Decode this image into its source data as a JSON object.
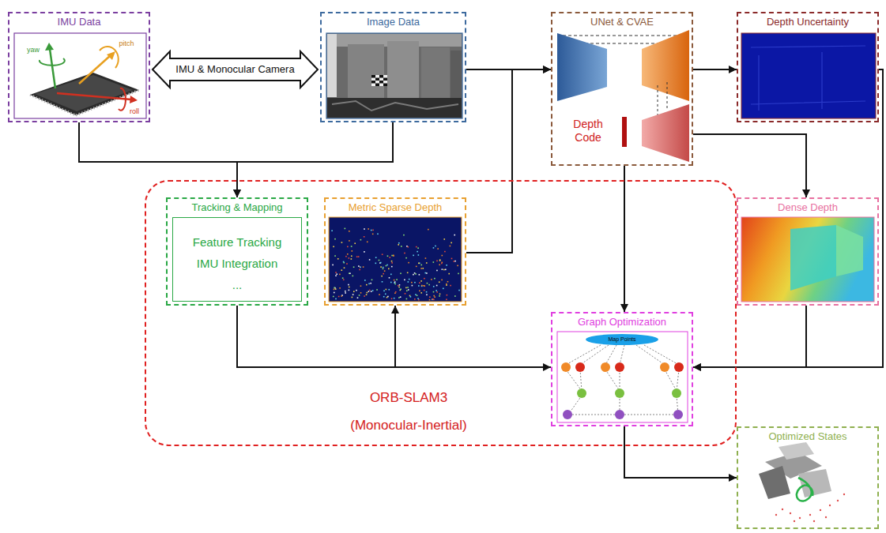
{
  "diagram": {
    "nodes": [
      {
        "text": [
          "IMU Data"
        ]
      },
      {
        "text": [
          "Image Data"
        ]
      },
      {
        "text": [
          "UNet & CVAE",
          "Depth Code"
        ]
      },
      {
        "text": [
          "Depth Uncertainty"
        ]
      },
      {
        "text": [
          "ORB-SLAM3",
          "(Monocular-Inertial)"
        ]
      },
      {
        "text": [
          "Tracking & Mapping"
        ],
        "in": 4
      },
      {
        "text": [
          "Feature Tracking",
          "IMU Integration",
          "..."
        ],
        "in": 5
      },
      {
        "text": [
          "Metric Sparse Depth"
        ],
        "in": 4
      },
      {
        "text": [
          "Dense Depth"
        ]
      },
      {
        "text": [
          "Graph Optimization"
        ],
        "in": 4
      },
      {
        "text": [
          "Optimized States"
        ]
      }
    ],
    "edges": [
      {
        "from": 0,
        "to": 1,
        "arrow": "both",
        "label": "IMU & Monocular Camera"
      },
      {
        "from": 0,
        "to": 5,
        "arrow": "to"
      },
      {
        "from": 1,
        "to": 5,
        "arrow": "to"
      },
      {
        "from": 1,
        "to": 2,
        "arrow": "to"
      },
      {
        "from": 7,
        "to": 2,
        "arrow": "to"
      },
      {
        "from": 2,
        "to": 3,
        "arrow": "to"
      },
      {
        "from": 2,
        "to": 8,
        "arrow": "to"
      },
      {
        "from": 2,
        "to": 9,
        "arrow": "to"
      },
      {
        "from": 5,
        "to": 9,
        "arrow": "to"
      },
      {
        "from": 5,
        "to": 7,
        "arrow": "to"
      },
      {
        "from": 8,
        "to": 9,
        "arrow": "to"
      },
      {
        "from": 3,
        "to": 9,
        "arrow": "to"
      },
      {
        "from": 9,
        "to": 10,
        "arrow": "to"
      }
    ],
    "labels": [
      "yaw",
      "pitch",
      "roll",
      "Map Points"
    ]
  }
}
